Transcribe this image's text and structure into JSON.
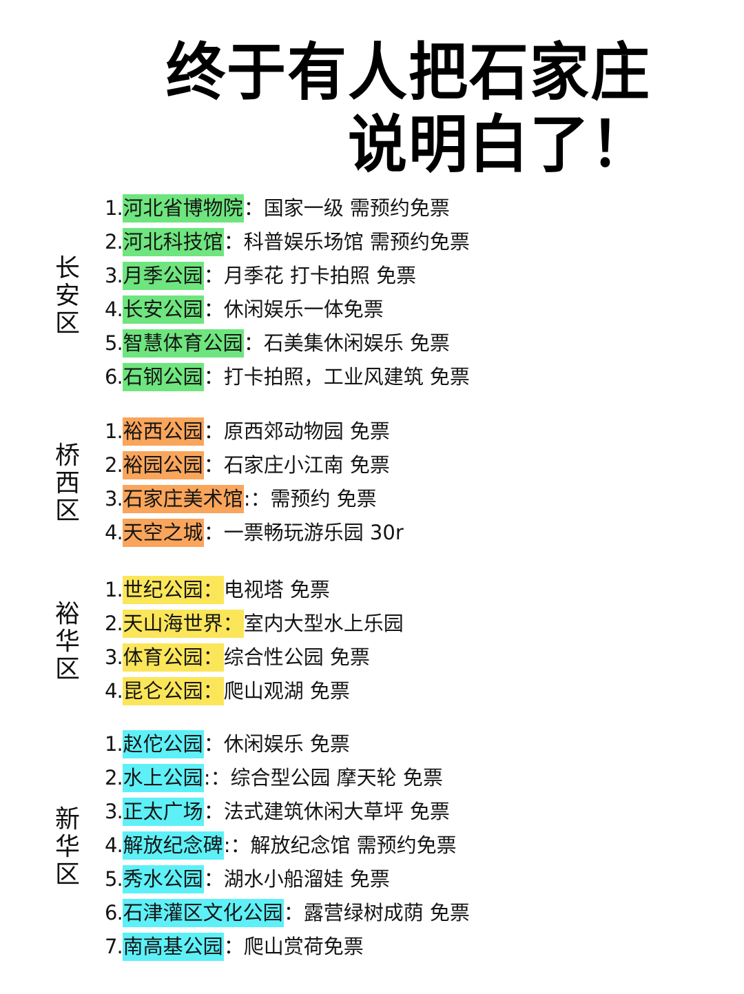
{
  "title": {
    "line1": "终于有人把石家庄",
    "line2": "说明白了！"
  },
  "colors": {
    "green": "#6ee57e",
    "orange": "#f9a55b",
    "yellow": "#fbe65a",
    "cyan": "#5ef0f7"
  },
  "sections": [
    {
      "district": [
        "长",
        "安",
        "区"
      ],
      "color": "green",
      "items": [
        {
          "num": "1.",
          "name": "河北省博物院",
          "sep": "：",
          "desc": "国家一级 需预约免票"
        },
        {
          "num": "2.",
          "name": "河北科技馆",
          "sep": "：",
          "desc": "科普娱乐场馆 需预约免票"
        },
        {
          "num": "3.",
          "name": "月季公园",
          "sep": "：",
          "desc": "月季花 打卡拍照 免票"
        },
        {
          "num": "4.",
          "name": "长安公园",
          "sep": "：",
          "desc": "休闲娱乐一体免票"
        },
        {
          "num": "5.",
          "name": "智慧体育公园",
          "sep": "：",
          "desc": "石美集休闲娱乐 免票"
        },
        {
          "num": "6.",
          "name": "石钢公园",
          "sep": "：",
          "desc": "打卡拍照，工业风建筑 免票"
        }
      ]
    },
    {
      "district": [
        "桥",
        "西",
        "区"
      ],
      "color": "orange",
      "items": [
        {
          "num": "1.",
          "name": "裕西公园",
          "sep": "：",
          "desc": "原西郊动物园 免票"
        },
        {
          "num": "2.",
          "name": "裕园公园",
          "sep": "：",
          "desc": "石家庄小江南 免票"
        },
        {
          "num": "3.",
          "name": "石家庄美术馆",
          "sep": ":：",
          "desc": "需预约 免票"
        },
        {
          "num": "4.",
          "name": "天空之城",
          "sep": "：",
          "desc": "一票畅玩游乐园 30r"
        }
      ]
    },
    {
      "district": [
        "裕",
        "华",
        "区"
      ],
      "color": "yellow",
      "items": [
        {
          "num": "1.",
          "name": "世纪公园：",
          "sep": "",
          "desc": "电视塔 免票"
        },
        {
          "num": "2.",
          "name": "天山海世界：",
          "sep": "",
          "desc": "室内大型水上乐园"
        },
        {
          "num": "3.",
          "name": "体育公园：",
          "sep": "",
          "desc": "综合性公园 免票"
        },
        {
          "num": "4.",
          "name": "昆仑公园：",
          "sep": "",
          "desc": "爬山观湖 免票"
        }
      ]
    },
    {
      "district": [
        "新",
        "华",
        "区"
      ],
      "color": "cyan",
      "items": [
        {
          "num": "1.",
          "name": "赵佗公园",
          "sep": "：",
          "desc": "休闲娱乐 免票"
        },
        {
          "num": "2.",
          "name": "水上公园",
          "sep": ":：",
          "desc": "综合型公园 摩天轮 免票"
        },
        {
          "num": "3.",
          "name": "正太广场",
          "sep": "：",
          "desc": "法式建筑休闲大草坪 免票"
        },
        {
          "num": "4.",
          "name": "解放纪念碑",
          "sep": ":：",
          "desc": "解放纪念馆 需预约免票"
        },
        {
          "num": "5.",
          "name": "秀水公园",
          "sep": "：",
          "desc": "湖水小船溜娃 免票"
        },
        {
          "num": "6.",
          "name": "石津灌区文化公园",
          "sep": "：",
          "desc": "露营绿树成荫  免票"
        },
        {
          "num": "7.",
          "name": "南高基公园",
          "sep": "：",
          "desc": "爬山赏荷免票"
        }
      ]
    }
  ]
}
